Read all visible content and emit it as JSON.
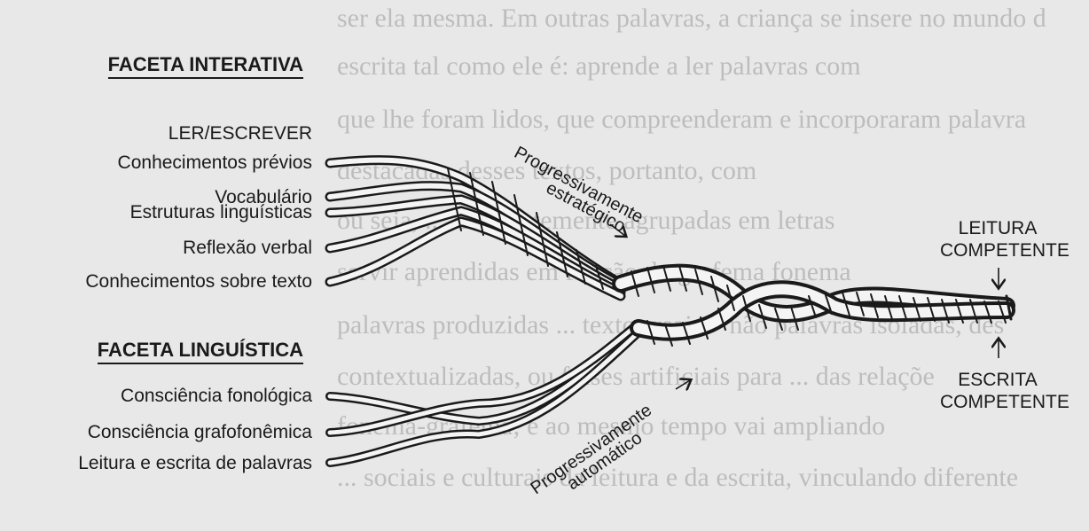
{
  "background_lines": [
    "ser ela mesma. Em outras palavras, a criança se insere no mundo d",
    "escrita tal como ele é: aprende a ler palavras com",
    "que lhe foram lidos, que compreenderam e incorporaram palavra",
    "destacadas desses textos, portanto, com",
    "ou seja, ... frequentemente agrupadas em letras",
    "servir aprendidas em função do grafema fonema",
    "palavras produzidas ... textos reais – não palavras isoladas, des",
    "contextualizadas, ou frases artificiais para ... das relaçõe",
    "fonema-grafema; e ao mesmo tempo vai ampliando",
    "... sociais e culturais da leitura e da escrita, vinculando diferente"
  ],
  "diagram": {
    "facet_interactive": {
      "heading": "FACETA INTERATIVA",
      "sub_heading": "LER/ESCREVER",
      "items": [
        "Conhecimentos prévios",
        "Vocabulário",
        "Estruturas linguísticas",
        "Reflexão verbal",
        "Conhecimentos sobre texto"
      ]
    },
    "facet_linguistic": {
      "heading": "FACETA LINGUÍSTICA",
      "items": [
        "Consciência fonológica",
        "Consciência grafofonêmica",
        "Leitura e escrita de palavras"
      ]
    },
    "annotations": {
      "strategic_1": "Progressivamente",
      "strategic_2": "estratégico",
      "automatic_1": "Progressivamente",
      "automatic_2": "automático"
    },
    "outcomes": {
      "reading_1": "LEITURA",
      "reading_2": "COMPETENTE",
      "writing_1": "ESCRITA",
      "writing_2": "COMPETENTE"
    },
    "colors": {
      "ink": "#1a1a1a",
      "paper": "#e8e8e8",
      "rope_fill": "#f4f4f4"
    },
    "icons": [
      "arrow-down-right-icon",
      "arrow-up-right-icon",
      "arrow-down-icon",
      "arrow-up-icon"
    ]
  }
}
